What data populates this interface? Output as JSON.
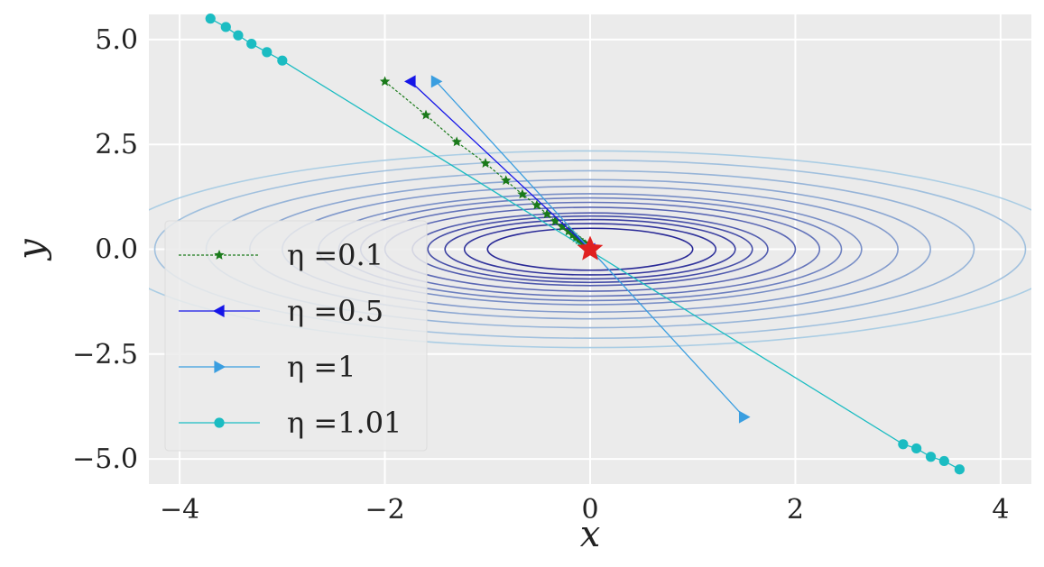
{
  "chart_data": {
    "type": "line",
    "xlabel": "x",
    "ylabel": "y",
    "xlim": [
      -4.3,
      4.3
    ],
    "ylim": [
      -5.6,
      5.6
    ],
    "xticks": [
      -4,
      -2,
      0,
      2,
      4
    ],
    "xtick_labels": [
      "−4",
      "−2",
      "0",
      "2",
      "4"
    ],
    "yticks": [
      5.0,
      2.5,
      0.0,
      -2.5,
      -5.0
    ],
    "ytick_labels": [
      "5.0",
      "2.5",
      "0.0",
      "−2.5",
      "−5.0"
    ],
    "grid": true,
    "legend_placement": "center-left",
    "contours": {
      "function": "x^2 + 4*y^2",
      "levels": [
        1,
        1.5,
        2,
        2.5,
        3,
        4,
        5,
        6,
        7,
        9,
        11,
        14,
        18,
        22
      ]
    },
    "optimum": {
      "x": 0,
      "y": 0,
      "marker": "star",
      "color": "#e02020"
    },
    "series": [
      {
        "name": "η =0.1",
        "color": "#1a7a1a",
        "marker": "star",
        "dashed": true,
        "points": [
          [
            -2.0,
            4.0
          ],
          [
            -1.6,
            3.2
          ],
          [
            -1.3,
            2.56
          ],
          [
            -1.02,
            2.05
          ],
          [
            -0.82,
            1.64
          ],
          [
            -0.66,
            1.31
          ],
          [
            -0.52,
            1.05
          ],
          [
            -0.42,
            0.84
          ],
          [
            -0.34,
            0.67
          ],
          [
            -0.27,
            0.54
          ],
          [
            -0.21,
            0.43
          ],
          [
            -0.17,
            0.34
          ],
          [
            -0.14,
            0.27
          ],
          [
            -0.11,
            0.22
          ],
          [
            -0.09,
            0.18
          ],
          [
            -0.07,
            0.14
          ],
          [
            -0.05,
            0.11
          ],
          [
            -0.04,
            0.09
          ],
          [
            -0.03,
            0.07
          ],
          [
            -0.02,
            0.05
          ],
          [
            0,
            0
          ]
        ]
      },
      {
        "name": "η =0.5",
        "color": "#1515e8",
        "marker": "triangle-left",
        "dashed": false,
        "points": [
          [
            -1.75,
            4.0
          ],
          [
            0,
            0
          ]
        ]
      },
      {
        "name": "η =1",
        "color": "#3a9ee0",
        "marker": "triangle-right",
        "dashed": false,
        "points": [
          [
            -1.5,
            4.0
          ],
          [
            0,
            0
          ],
          [
            1.5,
            -4.0
          ]
        ]
      },
      {
        "name": "η =1.01",
        "color": "#1bbcc2",
        "marker": "circle",
        "dashed": false,
        "points": [
          [
            -3.7,
            5.5
          ],
          [
            -3.55,
            5.3
          ],
          [
            -3.43,
            5.1
          ],
          [
            -3.3,
            4.9
          ],
          [
            -3.15,
            4.7
          ],
          [
            -3.0,
            4.5
          ],
          [
            3.05,
            -4.65
          ],
          [
            3.18,
            -4.75
          ],
          [
            3.32,
            -4.95
          ],
          [
            3.45,
            -5.05
          ],
          [
            3.6,
            -5.25
          ]
        ]
      }
    ]
  }
}
